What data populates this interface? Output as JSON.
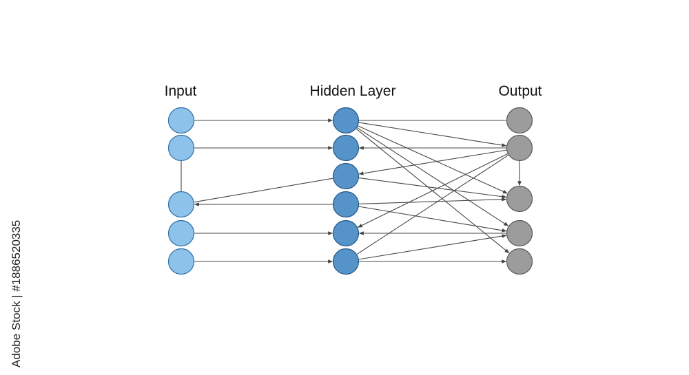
{
  "layers": {
    "input": {
      "title": "Input",
      "color": "#8dc2ea",
      "stroke": "#2e6ea8"
    },
    "hidden": {
      "title": "Hidden Layer",
      "color": "#5593c8",
      "stroke": "#26588a"
    },
    "output": {
      "title": "Output",
      "color": "#9c9c9c",
      "stroke": "#5a5a5a"
    }
  },
  "colors": {
    "connector": "#444444"
  },
  "watermark": {
    "text": "Adobe Stock | #1886520335"
  }
}
